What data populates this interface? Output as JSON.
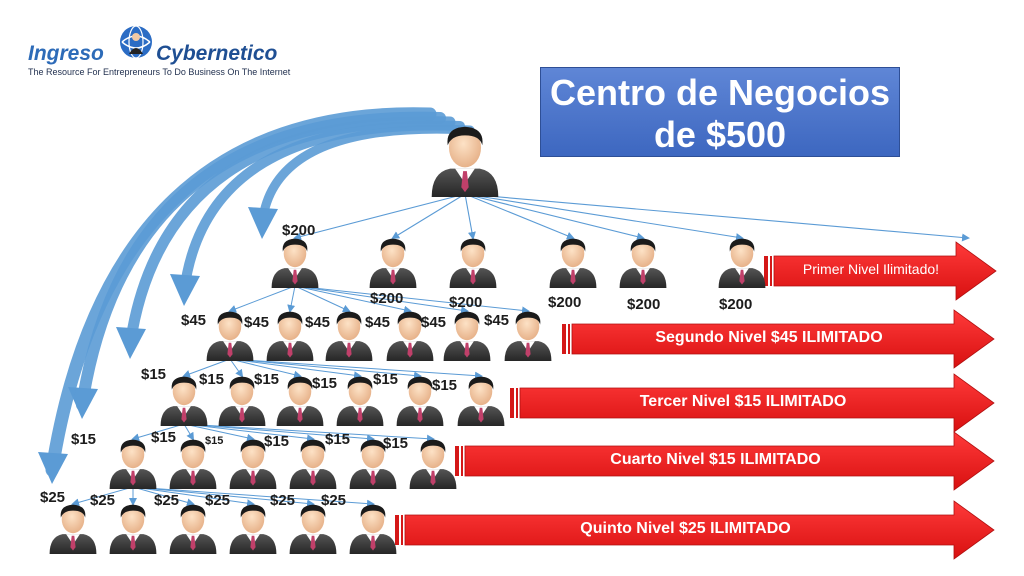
{
  "logo": {
    "word1": "Ingreso",
    "word2": "Cybernetico",
    "tagline": "The Resource For Entrepreneurs To Do Business On The Internet"
  },
  "title": {
    "line1": "Centro de Negocios",
    "line2": "de $500"
  },
  "levels": [
    {
      "banner": "Primer Nivel Ilimitado!",
      "value_labels": [
        "$200",
        "$200",
        "$200",
        "$200",
        "$200",
        "$200"
      ]
    },
    {
      "banner": "Segundo Nivel  $45  ILIMITADO",
      "value_labels": [
        "$45",
        "$45",
        "$45",
        "$45",
        "$45",
        "$45"
      ]
    },
    {
      "banner": "Tercer  Nivel  $15  ILIMITADO",
      "value_labels": [
        "$15",
        "$15",
        "$15",
        "$15",
        "$15",
        "$15"
      ]
    },
    {
      "banner": "Cuarto   Nivel  $15  ILIMITADO",
      "value_labels": [
        "$15",
        "$15",
        "$15",
        "$15",
        "$15",
        "$15"
      ]
    },
    {
      "banner": "Quinto    Nivel  $25  ILIMITADO",
      "value_labels": [
        "$25",
        "$25",
        "$25",
        "$25",
        "$25",
        "$25"
      ]
    }
  ],
  "colors": {
    "banner_red": "#ef1c1c",
    "title_blue": "#3d67c0",
    "curve_blue": "#5b9bd5",
    "suit": "#3c3c3c",
    "tie": "#c0406a"
  }
}
